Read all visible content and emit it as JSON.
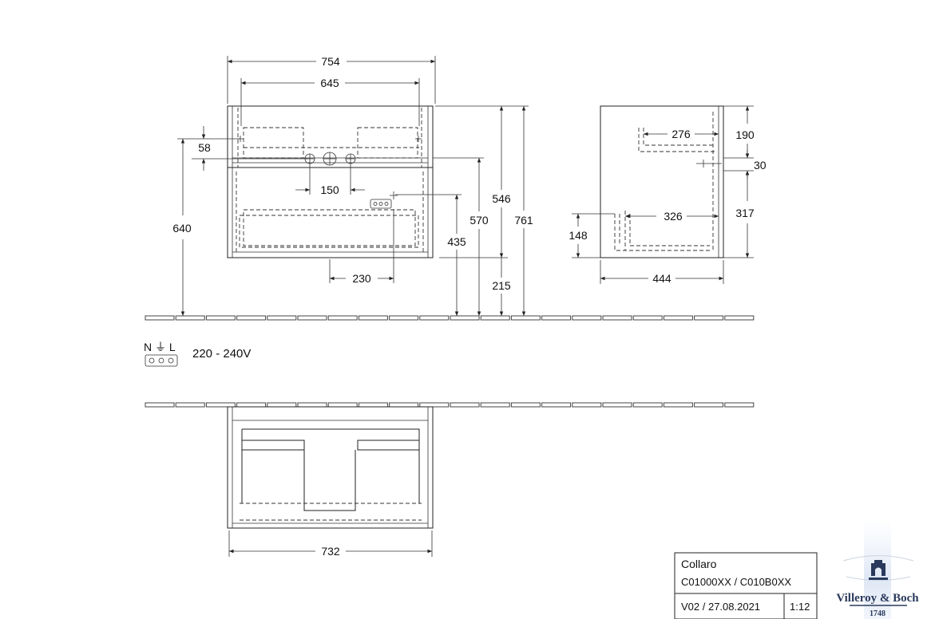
{
  "dimensions": {
    "overall_width": "754",
    "inner_width": "645",
    "tap_offset": "58",
    "tap_spacing": "150",
    "mount_height": "640",
    "cabinet_height_546": "546",
    "height_570": "570",
    "height_761": "761",
    "height_435": "435",
    "floor_clearance": "215",
    "socket_offset": "230",
    "side_depth_276": "276",
    "side_190": "190",
    "side_30": "30",
    "side_317": "317",
    "side_326": "326",
    "side_148": "148",
    "side_depth": "444",
    "bottom_width": "732"
  },
  "electrical": {
    "symbol_label": "N ⏚ L",
    "voltage": "220 - 240V"
  },
  "title_block": {
    "product": "Collaro",
    "codes": "C01000XX / C010B0XX",
    "version": "V02 / 27.08.2021",
    "scale": "1:12"
  },
  "brand": {
    "name": "Villeroy & Boch",
    "year": "1748",
    "color": "#2a3a5c"
  }
}
